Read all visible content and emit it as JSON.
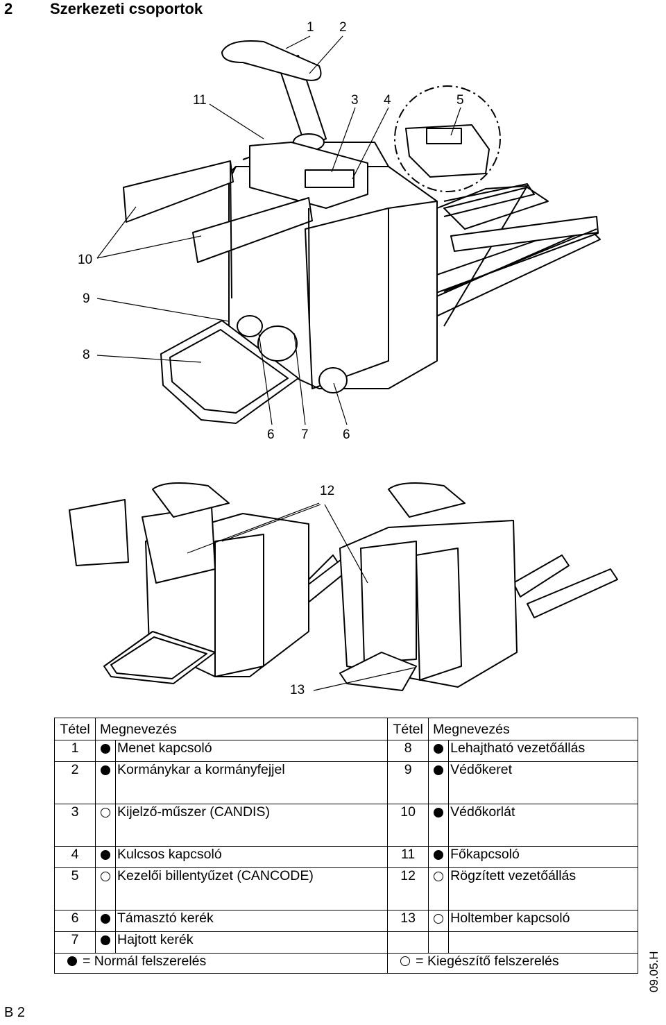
{
  "header": {
    "section_number": "2",
    "title": "Szerkezeti csoportok"
  },
  "figure1": {
    "callouts": [
      "1",
      "2",
      "11",
      "3",
      "4",
      "5",
      "10",
      "9",
      "8",
      "6",
      "7",
      "6"
    ]
  },
  "figure2": {
    "callouts": [
      "12",
      "13"
    ]
  },
  "legend": {
    "headers": [
      "Tétel",
      "Megnevezés",
      "Tétel",
      "Megnevezés"
    ],
    "rows": [
      {
        "l_num": "1",
        "l_mark": "standard",
        "l_name": "Menet kapcsoló",
        "r_num": "8",
        "r_mark": "standard",
        "r_name": "Lehajtható vezetőállás"
      },
      {
        "l_num": "2",
        "l_mark": "standard",
        "l_name": "Kormánykar a kormányfejjel",
        "r_num": "9",
        "r_mark": "standard",
        "r_name": "Védőkeret"
      },
      {
        "l_num": "3",
        "l_mark": "optional",
        "l_name": "Kijelző-műszer (CANDIS)",
        "r_num": "10",
        "r_mark": "standard",
        "r_name": "Védőkorlát"
      },
      {
        "l_num": "4",
        "l_mark": "standard",
        "l_name": "Kulcsos kapcsoló",
        "r_num": "11",
        "r_mark": "standard",
        "r_name": "Főkapcsoló"
      },
      {
        "l_num": "5",
        "l_mark": "optional",
        "l_name": "Kezelői billentyűzet (CANCODE)",
        "r_num": "12",
        "r_mark": "optional",
        "r_name": "Rögzített vezetőállás"
      },
      {
        "l_num": "6",
        "l_mark": "standard",
        "l_name": "Támasztó kerék",
        "r_num": "13",
        "r_mark": "optional",
        "r_name": "Holtember kapcsoló"
      },
      {
        "l_num": "7",
        "l_mark": "standard",
        "l_name": "Hajtott kerék",
        "r_num": "",
        "r_mark": "",
        "r_name": ""
      }
    ],
    "footnote": {
      "standard": "= Normál felszerelés",
      "optional": "= Kiegészítő felszerelés"
    }
  },
  "side_code": "09.05.H",
  "page_id": "B 2"
}
